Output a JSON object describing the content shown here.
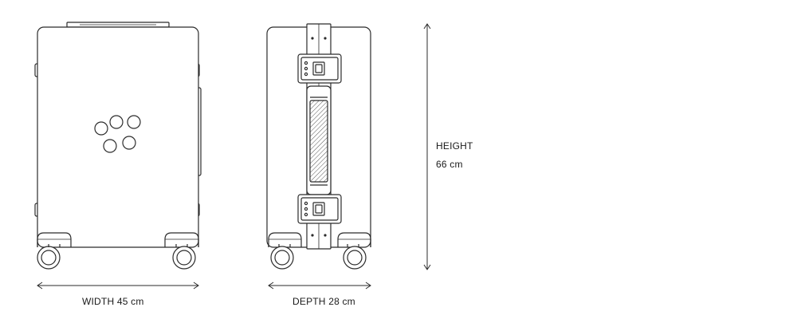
{
  "dimensions": {
    "width": "WIDTH 45 cm",
    "depth": "DEPTH 28 cm",
    "height_label": "HEIGHT",
    "height_value": "66 cm"
  },
  "colors": {
    "line": "#2b2b2b",
    "background": "#ffffff"
  }
}
